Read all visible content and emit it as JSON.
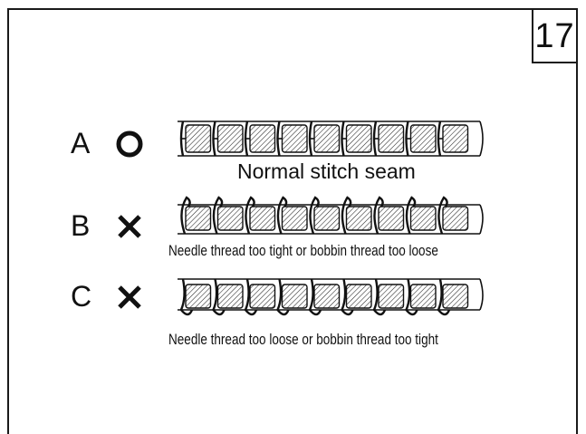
{
  "page_number": "17",
  "rows": [
    {
      "letter": "A",
      "status": "ok",
      "symbol_icon": "circle-o-icon",
      "caption": "Normal stitch seam"
    },
    {
      "letter": "B",
      "status": "bad",
      "symbol_icon": "cross-x-icon",
      "caption": "Needle thread too tight or bobbin thread too loose"
    },
    {
      "letter": "C",
      "status": "bad",
      "symbol_icon": "cross-x-icon",
      "caption": "Needle thread too loose or bobbin thread too tight"
    }
  ]
}
